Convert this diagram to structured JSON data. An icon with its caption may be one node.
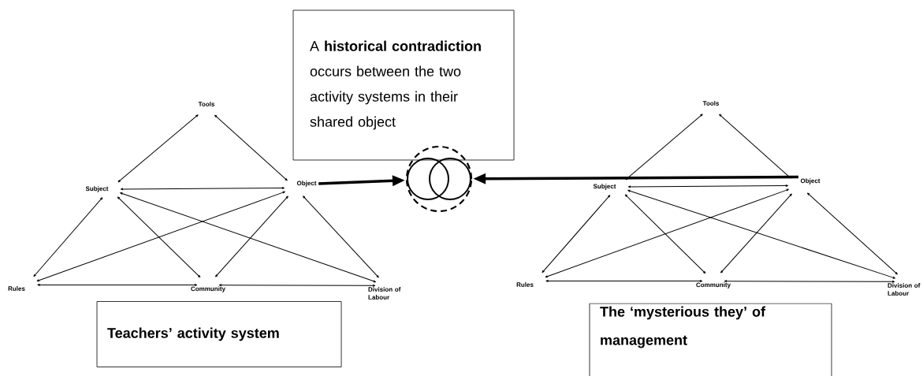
{
  "diagram": {
    "nodes": [
      {
        "text": [
          "A **historical contradiction** occurs between the two activity systems in their shared object"
        ]
      },
      {
        "text": [],
        "shape": "circle"
      },
      {
        "text": [
          "Tools"
        ]
      },
      {
        "text": [
          "Subject"
        ]
      },
      {
        "text": [
          "Object"
        ]
      },
      {
        "text": [
          "Rules"
        ]
      },
      {
        "text": [
          "Community"
        ]
      },
      {
        "text": [
          "Division of Labour"
        ]
      },
      {
        "text": [
          "Tools"
        ]
      },
      {
        "text": [
          "Subject"
        ]
      },
      {
        "text": [
          "Object"
        ]
      },
      {
        "text": [
          "Rules"
        ]
      },
      {
        "text": [
          "Community"
        ]
      },
      {
        "text": [
          "Division of Labour"
        ]
      },
      {
        "text": [
          "Teachers’ activity system"
        ]
      },
      {
        "text": [
          "The ‘mysterious they’ of management"
        ]
      }
    ],
    "edges": [
      {
        "from": 2,
        "to": 3,
        "arrow": "both"
      },
      {
        "from": 2,
        "to": 4,
        "arrow": "both"
      },
      {
        "from": 3,
        "to": 4,
        "arrow": "both"
      },
      {
        "from": 3,
        "to": 5,
        "arrow": "both"
      },
      {
        "from": 3,
        "to": 6,
        "arrow": "both"
      },
      {
        "from": 3,
        "to": 7,
        "arrow": "both"
      },
      {
        "from": 4,
        "to": 5,
        "arrow": "both"
      },
      {
        "from": 4,
        "to": 6,
        "arrow": "both"
      },
      {
        "from": 4,
        "to": 7,
        "arrow": "both"
      },
      {
        "from": 5,
        "to": 6,
        "arrow": "both"
      },
      {
        "from": 6,
        "to": 7,
        "arrow": "both"
      },
      {
        "from": 8,
        "to": 9,
        "arrow": "both"
      },
      {
        "from": 8,
        "to": 10,
        "arrow": "both"
      },
      {
        "from": 9,
        "to": 10,
        "arrow": "both"
      },
      {
        "from": 9,
        "to": 11,
        "arrow": "both"
      },
      {
        "from": 9,
        "to": 12,
        "arrow": "both"
      },
      {
        "from": 9,
        "to": 13,
        "arrow": "both"
      },
      {
        "from": 10,
        "to": 11,
        "arrow": "both"
      },
      {
        "from": 10,
        "to": 12,
        "arrow": "both"
      },
      {
        "from": 10,
        "to": 13,
        "arrow": "both"
      },
      {
        "from": 11,
        "to": 12,
        "arrow": "both"
      },
      {
        "from": 12,
        "to": 13,
        "arrow": "both"
      },
      {
        "from": 4,
        "to": 1,
        "arrow": "to",
        "style": "thick"
      },
      {
        "from": 10,
        "to": 1,
        "arrow": "to",
        "style": "thick"
      }
    ]
  }
}
